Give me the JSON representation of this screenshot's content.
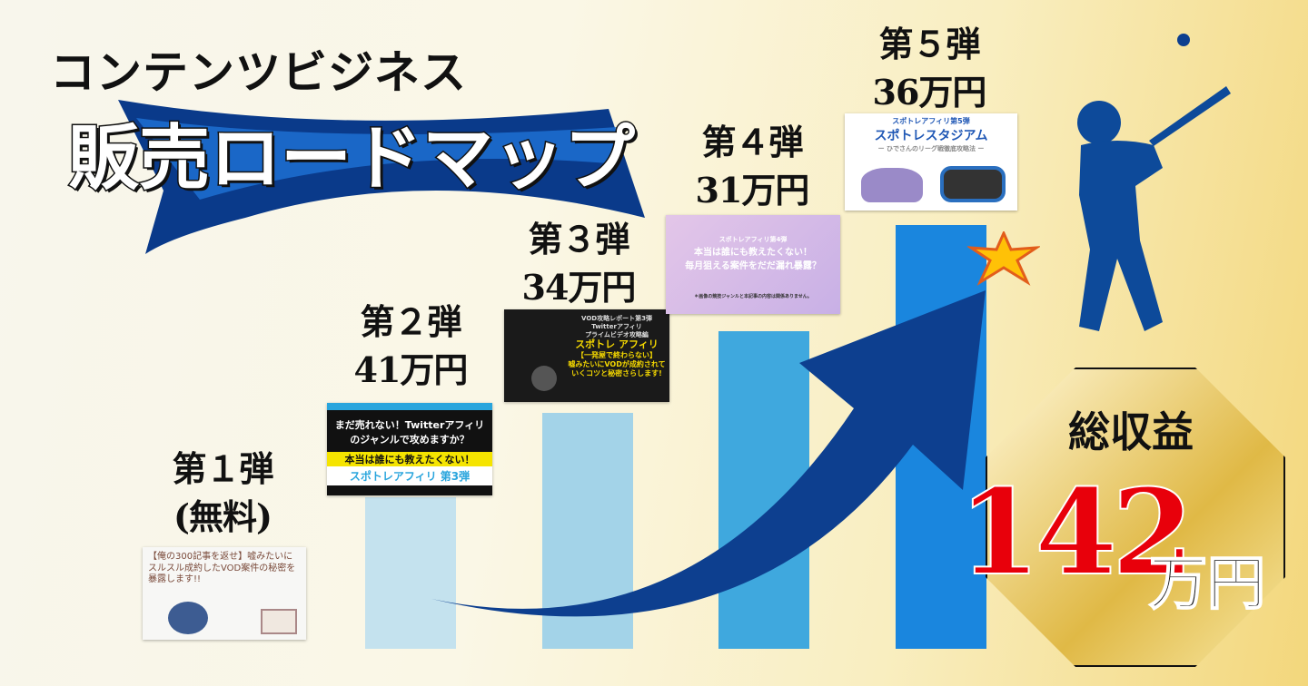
{
  "header": {
    "title_top": "コンテンツビジネス",
    "title_main": "販売ロードマップ"
  },
  "stages": [
    {
      "label": "第１弾",
      "price": "(無料)",
      "thumb_lines": [
        "【俺の300記事を返せ】嘘みたいにスルスル成約したVOD案件の秘密を暴露します!!"
      ]
    },
    {
      "label": "第２弾",
      "price": "41万円",
      "thumb_lines": [
        "まだ売れない！Twitterアフィリ",
        "のジャンルで攻めますか？",
        "本当は誰にも教えたくない！",
        "スポトレアフィリ 第3弾"
      ]
    },
    {
      "label": "第３弾",
      "price": "34万円",
      "thumb_lines": [
        "VOD攻略レポート第3弾",
        "Twitterアフィリ",
        "プライムビデオ攻略編",
        "スポトレ アフィリ",
        "【一発屋で終わらない】",
        "嘘みたいにVODが成約されていくコツと秘密さらします!"
      ]
    },
    {
      "label": "第４弾",
      "price": "31万円",
      "thumb_lines": [
        "スポトレアフィリ第4弾",
        "本当は誰にも教えたくない！",
        "毎月狙える案件をだだ漏れ暴露？",
        "＊画像の競技ジャンルと本記事の内容は関係ありません。"
      ]
    },
    {
      "label": "第５弾",
      "price": "36万円",
      "thumb_lines": [
        "スポトレアフィリ第5弾",
        "スポトレスタジアム",
        "ー ひでさんのリーグ戦徹底攻略法 ー"
      ]
    }
  ],
  "total": {
    "label": "総収益",
    "value": "142",
    "unit": "万円"
  },
  "colors": {
    "bar1": "#c4e2ee",
    "bar2": "#a3d3e8",
    "bar3": "#3fa8de",
    "bar4": "#1a86de",
    "arrow": "#0d3f8f",
    "ribbon": "#0a3a8a",
    "accent_red": "#e8000b"
  },
  "icons": [
    "ribbon-banner",
    "growth-arrow",
    "baseball-batter-silhouette",
    "star-burst"
  ]
}
